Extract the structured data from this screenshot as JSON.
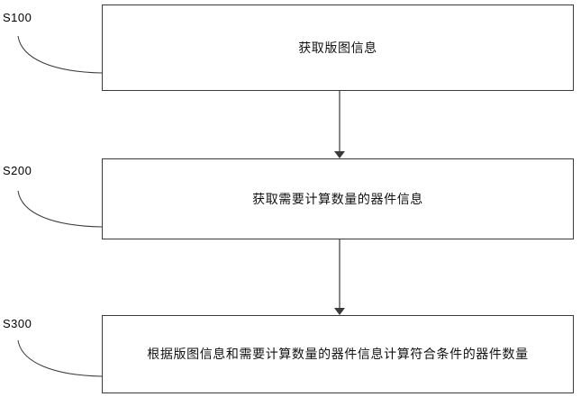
{
  "diagram": {
    "type": "flowchart",
    "orientation": "vertical",
    "line_color": "#3a3a3a",
    "text_color": "#111111",
    "background_color": "#ffffff",
    "steps": [
      {
        "tag": "S100",
        "text": "获取版图信息"
      },
      {
        "tag": "S200",
        "text": "获取需要计算数量的器件信息"
      },
      {
        "tag": "S300",
        "text": "根据版图信息和需要计算数量的器件信息计算符合条件的器件数量"
      }
    ],
    "connectors": [
      {
        "from": "S100",
        "to": "S200",
        "style": "arrow-down"
      },
      {
        "from": "S200",
        "to": "S300",
        "style": "arrow-down"
      }
    ],
    "leaders": [
      {
        "tag": "S100",
        "style": "curve"
      },
      {
        "tag": "S200",
        "style": "curve"
      },
      {
        "tag": "S300",
        "style": "curve"
      }
    ]
  }
}
